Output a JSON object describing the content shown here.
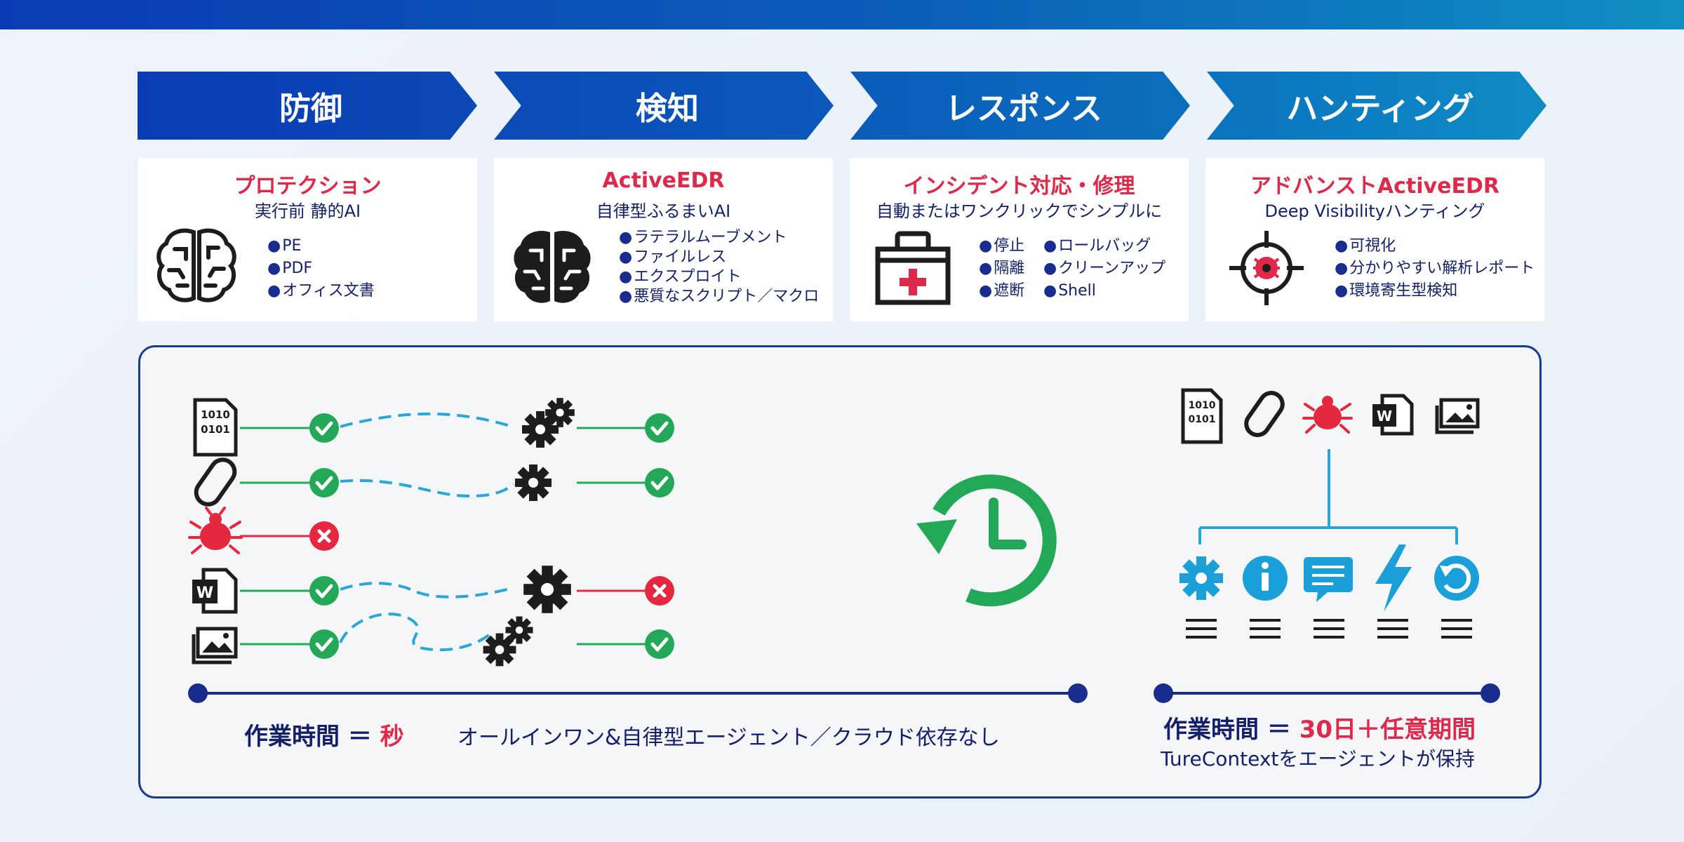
{
  "stages": [
    {
      "label": "防御"
    },
    {
      "label": "検知"
    },
    {
      "label": "レスポンス"
    },
    {
      "label": "ハンティング"
    }
  ],
  "cards": [
    {
      "title": "プロテクション",
      "subtitle": "実行前 静的AI",
      "icon": "brain-icon",
      "items": [
        "PE",
        "PDF",
        "オフィス文書"
      ]
    },
    {
      "title": "ActiveEDR",
      "subtitle": "自律型ふるまいAI",
      "icon": "brain-icon",
      "items": [
        "ラテラルムーブメント",
        "ファイルレス",
        "エクスプロイト",
        "悪質なスクリプト／マクロ"
      ]
    },
    {
      "title": "インシデント対応・修理",
      "subtitle": "自動またはワンクリックでシンプルに",
      "icon": "first-aid-kit-icon",
      "items_left": [
        "停止",
        "隔離",
        "遮断"
      ],
      "items_right": [
        "ロールバッグ",
        "クリーンアップ",
        "Shell"
      ]
    },
    {
      "title": "アドバンストActiveEDR",
      "subtitle": "Deep Visibilityハンティング",
      "icon": "crosshair-bug-icon",
      "items": [
        "可視化",
        "分かりやすい解析レポート",
        "環境寄生型検知"
      ]
    }
  ],
  "bottom": {
    "left_time_label": "作業時間 ＝ ",
    "left_time_value": "秒",
    "left_desc": "オールインワン&自律型エージェント／クラウド依存なし",
    "right_time_label": "作業時間 ＝ ",
    "right_time_value": "30日＋任意期間",
    "right_desc": "TureContextをエージェントが保持"
  },
  "binary_text": [
    "1010",
    "0101"
  ],
  "colors": {
    "accent_red": "#e0284a",
    "navy": "#14206b",
    "green": "#23a858",
    "cyan": "#1b9fd8"
  }
}
